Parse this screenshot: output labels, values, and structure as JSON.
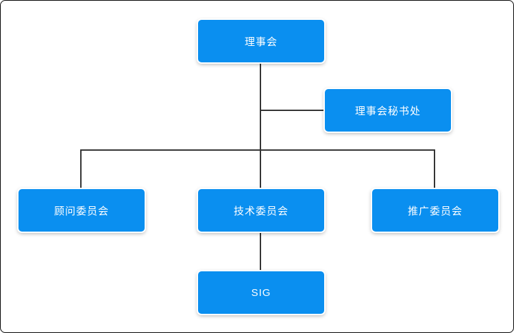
{
  "diagram": {
    "type": "org-chart",
    "nodes": {
      "board": {
        "label": "理事会"
      },
      "secretariat": {
        "label": "理事会秘书处"
      },
      "advisory": {
        "label": "顾问委员会"
      },
      "technical": {
        "label": "技术委员会"
      },
      "promotion": {
        "label": "推广委员会"
      },
      "sig": {
        "label": "SIG"
      }
    },
    "edges": [
      {
        "from": "board",
        "to": "secretariat"
      },
      {
        "from": "board",
        "to": "advisory"
      },
      {
        "from": "board",
        "to": "technical"
      },
      {
        "from": "board",
        "to": "promotion"
      },
      {
        "from": "technical",
        "to": "sig"
      }
    ],
    "colors": {
      "node_fill": "#0a8ff0",
      "node_text": "#ffffff",
      "connector": "#333333",
      "background": "#ffffff"
    }
  }
}
